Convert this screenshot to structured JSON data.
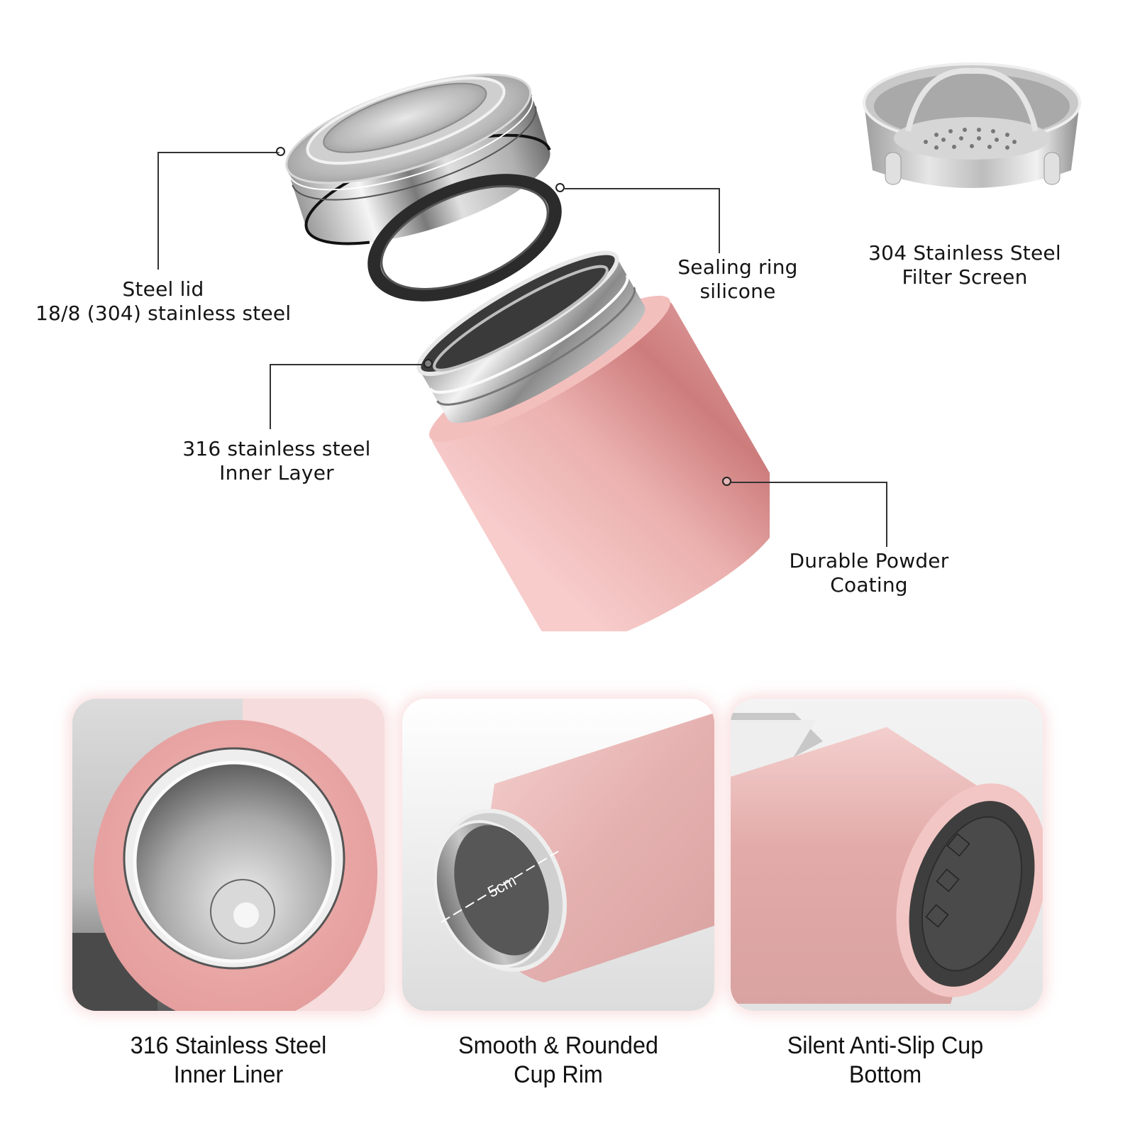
{
  "exploded_view": {
    "callouts": [
      {
        "id": "steel-lid",
        "lines": [
          "Steel lid",
          "18/8 (304) stainless steel"
        ]
      },
      {
        "id": "sealing-ring",
        "lines": [
          "Sealing ring",
          "silicone"
        ]
      },
      {
        "id": "inner-layer",
        "lines": [
          "316 stainless steel",
          "Inner Layer"
        ]
      },
      {
        "id": "powder-coating",
        "lines": [
          "Durable Powder",
          "Coating"
        ]
      }
    ],
    "accessory": {
      "lines": [
        "304 Stainless Steel",
        "Filter Screen"
      ]
    }
  },
  "feature_cards": [
    {
      "id": "inner-liner",
      "lines": [
        "316 Stainless Steel",
        "Inner Liner"
      ]
    },
    {
      "id": "cup-rim",
      "lines": [
        "Smooth & Rounded",
        "Cup Rim"
      ],
      "measurement": "5cm"
    },
    {
      "id": "cup-bottom",
      "lines": [
        "Silent Anti-Slip Cup",
        "Bottom"
      ]
    }
  ],
  "colors": {
    "body_pink": "#e8a7a6",
    "pink_light": "#f4c5c3",
    "pink_dark": "#c97c7c",
    "steel": "#c8c8c8",
    "seal_black": "#2b2b2b",
    "card_glow": "#f2b8b8"
  }
}
